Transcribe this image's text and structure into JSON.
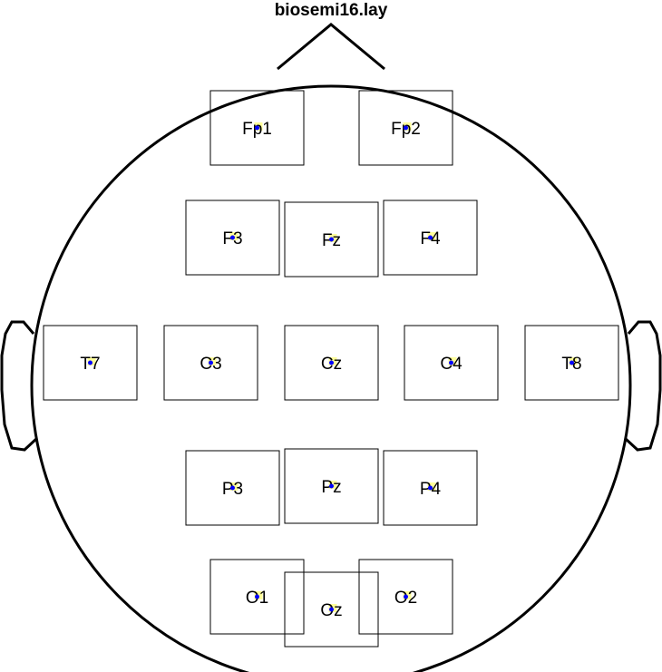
{
  "title": "biosemi16.lay",
  "colors": {
    "outline": "#000000",
    "box": "#000000",
    "marker": "#0000ff",
    "marker_halo": "#ffff99"
  },
  "electrodes": [
    {
      "label": "Fp1"
    },
    {
      "label": "Fp2"
    },
    {
      "label": "F3"
    },
    {
      "label": "Fz"
    },
    {
      "label": "F4"
    },
    {
      "label": "T7"
    },
    {
      "label": "C3"
    },
    {
      "label": "Cz"
    },
    {
      "label": "C4"
    },
    {
      "label": "T8"
    },
    {
      "label": "P3"
    },
    {
      "label": "Pz"
    },
    {
      "label": "P4"
    },
    {
      "label": "O1"
    },
    {
      "label": "Oz"
    },
    {
      "label": "O2"
    }
  ]
}
